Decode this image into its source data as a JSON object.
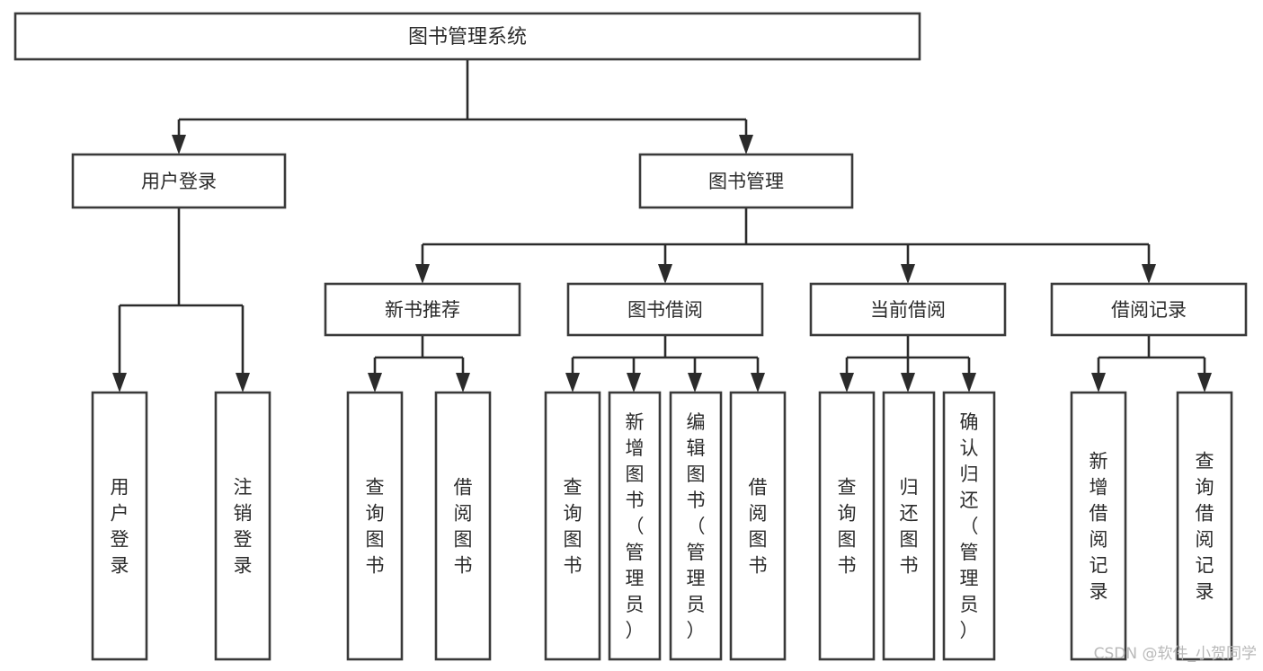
{
  "diagram": {
    "title": "图书管理系统",
    "type": "tree",
    "orientation": "top-down",
    "colors": {
      "box_fill": "#ffffff",
      "box_stroke": "#3a3a3a",
      "connector": "#2b2b2b",
      "text": "#2b2b2b",
      "background": "#ffffff",
      "watermark": "#b9b9b9"
    },
    "root": {
      "label": "图书管理系统"
    },
    "level2": [
      {
        "label": "用户登录"
      },
      {
        "label": "图书管理"
      }
    ],
    "level3": [
      {
        "label": "新书推荐"
      },
      {
        "label": "图书借阅"
      },
      {
        "label": "当前借阅"
      },
      {
        "label": "借阅记录"
      }
    ],
    "leaves": {
      "user_login": [
        {
          "label": "用户登录"
        },
        {
          "label": "注销登录"
        }
      ],
      "new_book_recommend": [
        {
          "label": "查询图书"
        },
        {
          "label": "借阅图书"
        }
      ],
      "book_borrow": [
        {
          "label": "查询图书"
        },
        {
          "label": "新增图书（管理员）"
        },
        {
          "label": "编辑图书（管理员）"
        },
        {
          "label": "借阅图书"
        }
      ],
      "current_borrow": [
        {
          "label": "查询图书"
        },
        {
          "label": "归还图书"
        },
        {
          "label": "确认归还（管理员）"
        }
      ],
      "borrow_record": [
        {
          "label": "新增借阅记录"
        },
        {
          "label": "查询借阅记录"
        }
      ]
    }
  },
  "watermark": {
    "text": "CSDN @软件_小贺同学"
  }
}
